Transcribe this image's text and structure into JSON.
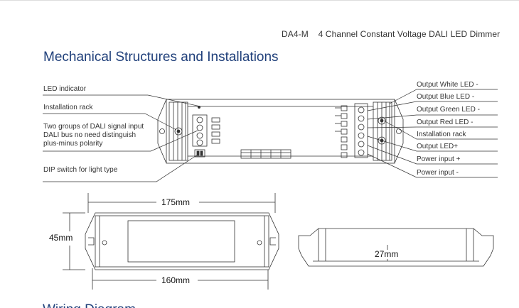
{
  "header": {
    "model": "DA4-M",
    "description": "4 Channel Constant Voltage DALI LED Dimmer"
  },
  "section_title": "Mechanical Structures and Installations",
  "left_labels": {
    "led_indicator": "LED indicator",
    "installation_rack": "Installation rack",
    "dali_line1": "Two groups of DALI signal input",
    "dali_line2": "DALI bus no need distinguish",
    "dali_line3": "plus-minus polarity",
    "dip_switch": "DIP switch for light type"
  },
  "right_labels": {
    "white": "Output White LED -",
    "blue": "Output Blue LED -",
    "green": "Output Green LED -",
    "red": "Output Red LED -",
    "rack": "Installation rack",
    "led_plus": "Output LED+",
    "power_plus": "Power input +",
    "power_minus": "Power input -"
  },
  "dimensions": {
    "length_total": "175mm",
    "length_inner": "160mm",
    "width": "45mm",
    "height": "27mm"
  },
  "next_section_title": "Wiring Diagram"
}
